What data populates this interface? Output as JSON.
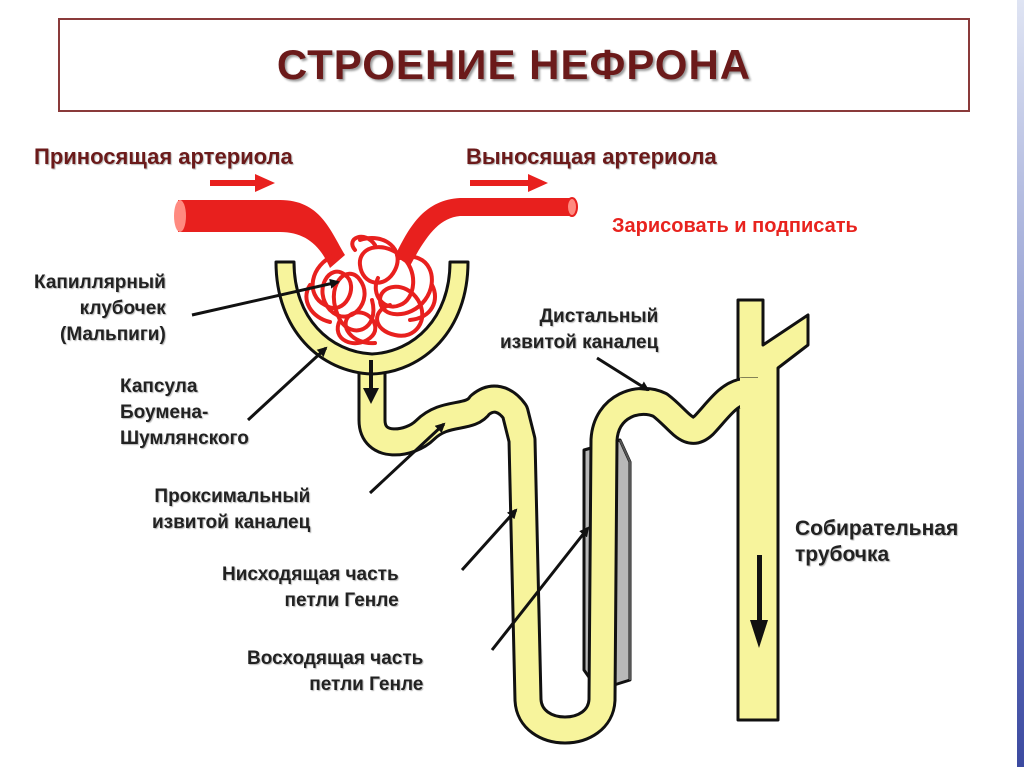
{
  "title": "СТРОЕНИЕ НЕФРОНА",
  "instruction": "Зарисовать и подписать",
  "labels": {
    "afferent": "Приносящая артериола",
    "efferent": "Выносящая артериола",
    "glomerulus": [
      "Капиллярный",
      "клубочек",
      "(Мальпиги)"
    ],
    "capsule": [
      "Капсула",
      "Боумена-",
      "Шумлянского"
    ],
    "proximal": [
      "Проксимальный",
      "извитой каналец"
    ],
    "descending": [
      "Нисходящая часть",
      "петли Генле"
    ],
    "ascending": [
      "Восходящая часть",
      "петли Генле"
    ],
    "distal": [
      "Дистальный",
      "извитой каналец"
    ],
    "collecting": [
      "Собирательная",
      "трубочка"
    ]
  },
  "colors": {
    "artery": "#e8201e",
    "tubule": "#f7f49c",
    "outline": "#111111",
    "title": "#6b1a1a",
    "instruction": "#e8231e"
  }
}
